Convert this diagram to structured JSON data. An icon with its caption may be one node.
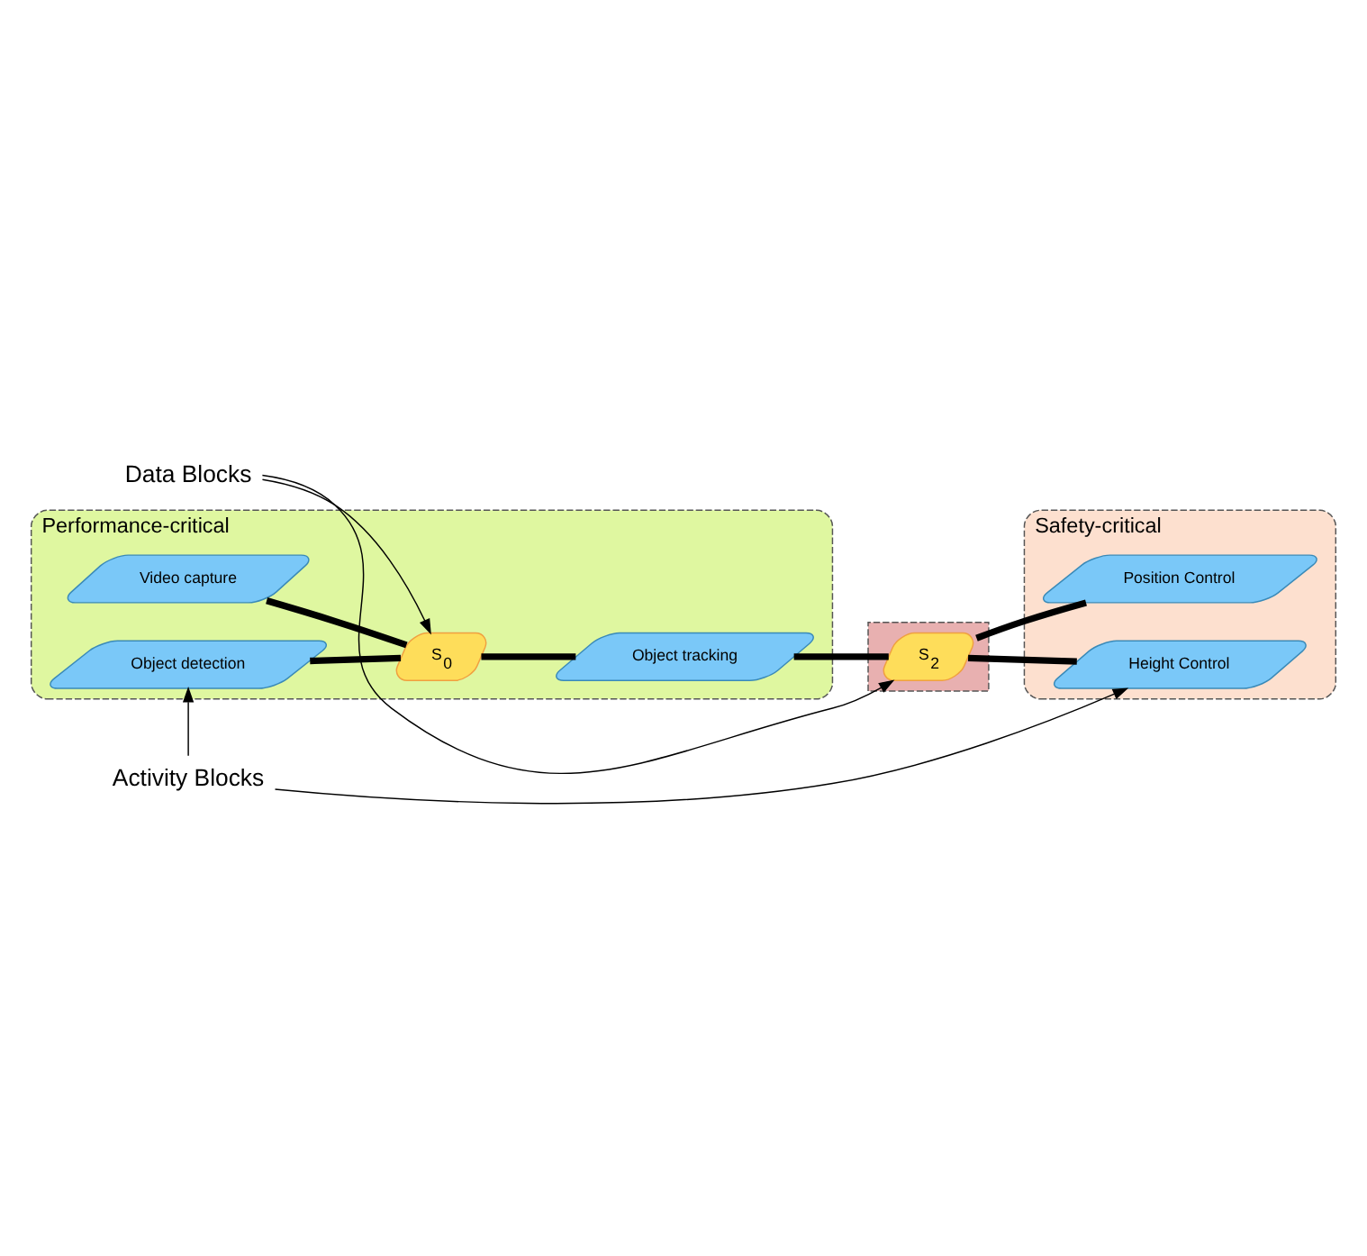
{
  "diagram": {
    "nodes": [
      {
        "text": [
          "Data Blocks"
        ]
      },
      {
        "text": [
          "Performance-critical"
        ]
      },
      {
        "text": [
          "Safety-critical"
        ]
      },
      {
        "text": [],
        "shape": "box"
      },
      {
        "text": [
          "Video capture"
        ],
        "in": 1
      },
      {
        "text": [
          "S$_{0}$"
        ],
        "in": 1
      },
      {
        "text": [
          "Object detection"
        ],
        "in": 1
      },
      {
        "text": [
          "Object tracking"
        ],
        "in": 1
      },
      {
        "text": [
          "S$_{2}$"
        ],
        "in": 3
      },
      {
        "text": [
          "Position Control"
        ],
        "in": 2
      },
      {
        "text": [
          "Height Control"
        ],
        "in": 2
      },
      {
        "text": [
          "Activity Blocks"
        ]
      }
    ],
    "edges": [
      {
        "from": 4,
        "to": 5,
        "arrow": "none"
      },
      {
        "from": 6,
        "to": 5,
        "arrow": "none"
      },
      {
        "from": 5,
        "to": 7,
        "arrow": "none"
      },
      {
        "from": 7,
        "to": 8,
        "arrow": "none"
      },
      {
        "from": 8,
        "to": 9,
        "arrow": "none"
      },
      {
        "from": 8,
        "to": 10,
        "arrow": "none"
      },
      {
        "from": 0,
        "to": 5,
        "arrow": "to"
      },
      {
        "from": 0,
        "to": 8,
        "arrow": "to"
      },
      {
        "from": 11,
        "to": 6,
        "arrow": "to"
      },
      {
        "from": 11,
        "to": 10,
        "arrow": "to"
      }
    ]
  }
}
